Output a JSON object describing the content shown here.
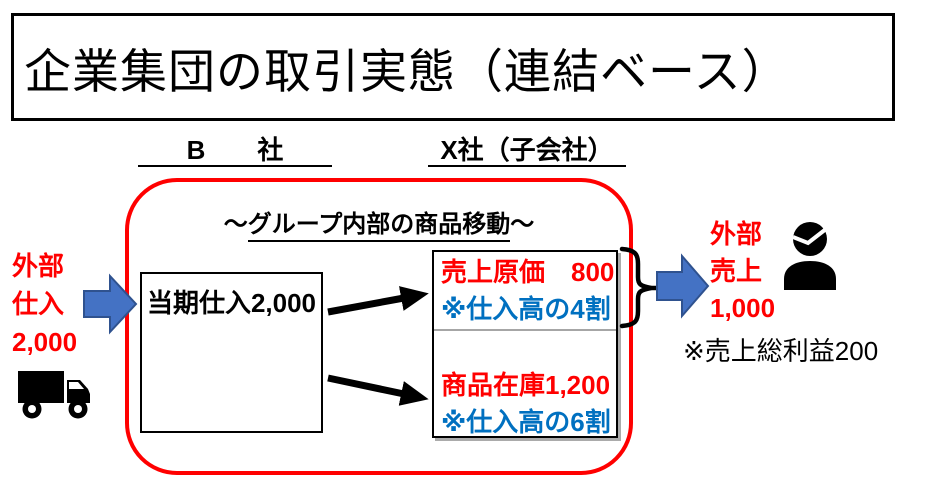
{
  "title": "企業集団の取引実態（連結ベース）",
  "companies": {
    "b_label": "B　　社",
    "x_label": "X社（子会社）"
  },
  "group": {
    "heading_pre": "～",
    "heading_mid": "グループ内部の商品移動",
    "heading_post": "～"
  },
  "purchases_box": {
    "label": "当期仕入2,000"
  },
  "cogs_section": {
    "amount_line": "売上原価　800",
    "note_line": "※仕入高の4割"
  },
  "inventory_section": {
    "amount_line": "商品在庫1,200",
    "note_line": "※仕入高の6割"
  },
  "external_purchase": {
    "line1": "外部",
    "line2": "仕入",
    "line3": "2,000",
    "icon": "truck-icon"
  },
  "external_sales": {
    "line1": "外部",
    "line2": "売上",
    "line3": "1,000",
    "icon": "customer-icon",
    "gross_profit_note": "※売上総利益200"
  },
  "colors": {
    "boundary_red": "#FF0000",
    "amount_red": "#FF0000",
    "note_blue": "#0070C0",
    "flow_arrow_fill": "#4472C4",
    "flow_arrow_stroke": "#2F528F",
    "black": "#000000",
    "box_shadow_gray": "#ABABAB"
  }
}
